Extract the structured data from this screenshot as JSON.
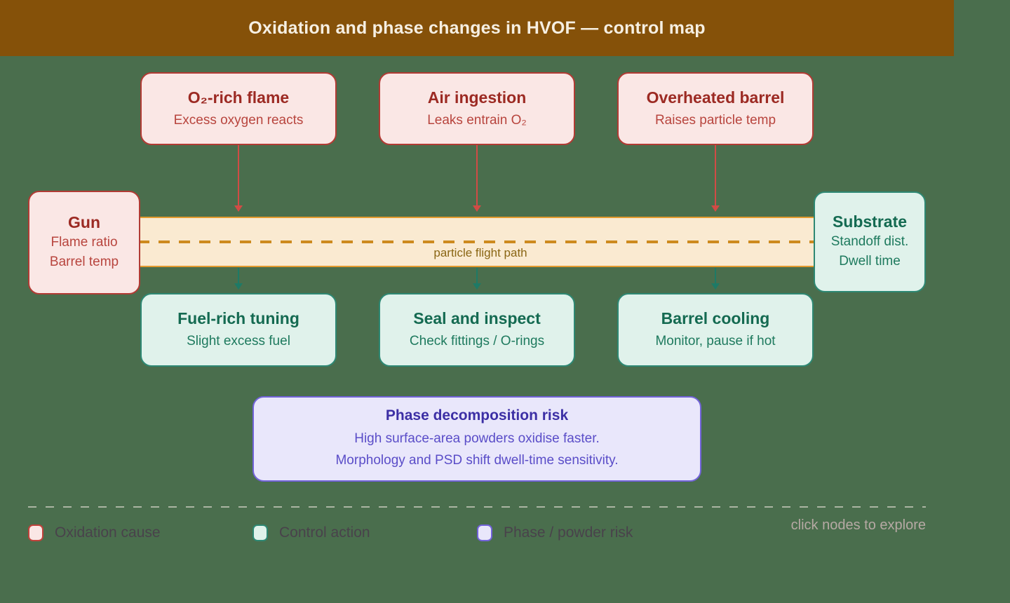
{
  "header": {
    "title": "Oxidation and phase changes in HVOF — control map"
  },
  "band": {
    "label": "particle flight path"
  },
  "causes": [
    {
      "title": "O₂-rich flame",
      "subtitle": "Excess oxygen reacts"
    },
    {
      "title": "Air ingestion",
      "subtitle": "Leaks entrain O₂"
    },
    {
      "title": "Overheated barrel",
      "subtitle": "Raises particle temp"
    }
  ],
  "controls": [
    {
      "title": "Fuel-rich tuning",
      "subtitle": "Slight excess fuel"
    },
    {
      "title": "Seal and inspect",
      "subtitle": "Check fittings / O-rings"
    },
    {
      "title": "Barrel cooling",
      "subtitle": "Monitor, pause if hot"
    }
  ],
  "gun": {
    "title": "Gun",
    "line1": "Flame ratio",
    "line2": "Barrel temp"
  },
  "substrate": {
    "title": "Substrate",
    "line1": "Standoff dist.",
    "line2": "Dwell time"
  },
  "risk": {
    "title": "Phase decomposition risk",
    "line1": "High surface-area powders oxidise faster.",
    "line2": "Morphology and PSD shift dwell-time sensitivity."
  },
  "legend": {
    "items": [
      {
        "label": "Oxidation cause",
        "swatch_fill": "#fae7e5",
        "swatch_border": "#c0423b"
      },
      {
        "label": "Control action",
        "swatch_fill": "#e0f2eb",
        "swatch_border": "#2e8873"
      },
      {
        "label": "Phase / powder risk",
        "swatch_fill": "#e9e7fb",
        "swatch_border": "#7263d9"
      }
    ],
    "hint": "click nodes to explore"
  },
  "colors": {
    "background": "#4a6e4d",
    "header_bar": "#855109",
    "band_fill": "#faead1",
    "band_border": "#e39a2e",
    "cause_fill": "#fae7e5",
    "cause_border": "#b13b34",
    "control_fill": "#e0f2eb",
    "control_border": "#2e8873",
    "risk_fill": "#e9e7fb",
    "risk_border": "#7263d9",
    "cause_arrow": "#d14b45",
    "control_arrow": "#1e7a66"
  }
}
